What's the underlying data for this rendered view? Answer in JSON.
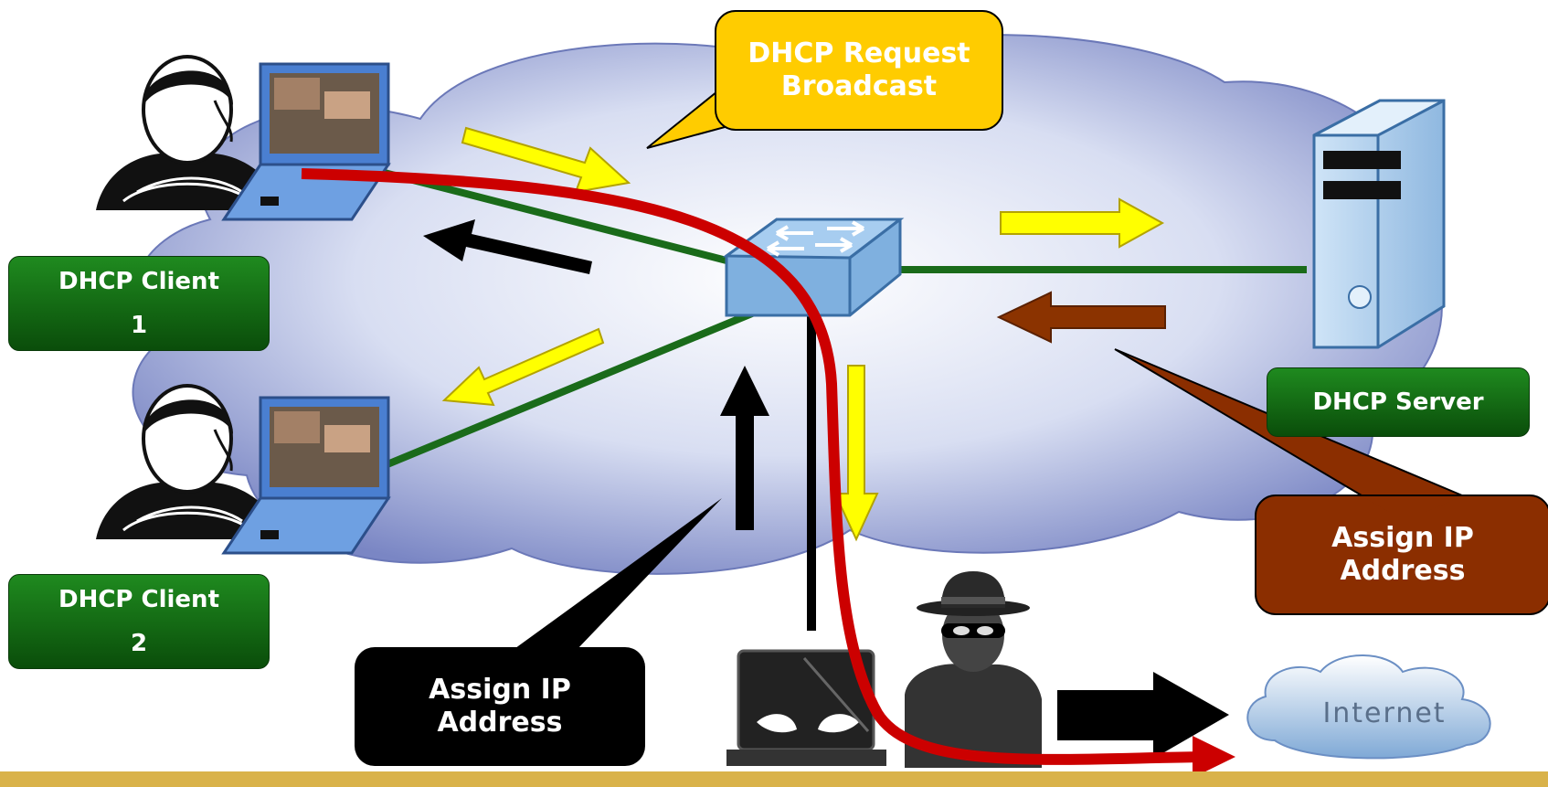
{
  "labels": {
    "client1": {
      "line1": "DHCP Client",
      "line2": "1"
    },
    "client2": {
      "line1": "DHCP Client",
      "line2": "2"
    },
    "server": "DHCP Server"
  },
  "callouts": {
    "dhcp_request": {
      "line1": "DHCP Request",
      "line2": "Broadcast"
    },
    "rogue_assign": {
      "line1": "Assign IP",
      "line2": "Address"
    },
    "server_assign": {
      "line1": "Assign IP",
      "line2": "Address"
    }
  },
  "internet": "Internet",
  "colors": {
    "label_green": "#0f5f0f",
    "callout_yellow": "#ffcc00",
    "callout_black": "#000000",
    "callout_brown": "#8b2e00",
    "arrow_yellow": "#ffff00",
    "arrow_brown": "#8b3300",
    "attack_path_red": "#cc0000",
    "link_green": "#1a6b1a",
    "switch_blue": "#8fb8e0",
    "footer_bar": "#d9b24a"
  },
  "icons": [
    "user-icon",
    "laptop-icon",
    "switch-icon",
    "server-icon",
    "attacker-icon",
    "attacker-laptop-icon",
    "internet-cloud-icon",
    "network-cloud"
  ]
}
